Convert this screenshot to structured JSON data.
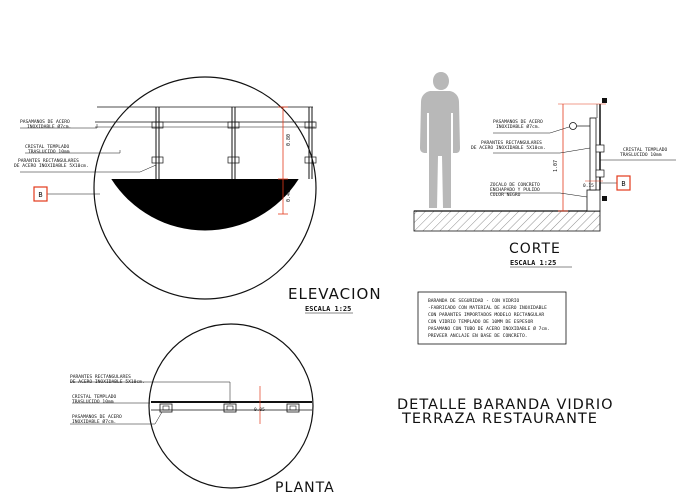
{
  "elevation": {
    "title": "ELEVACION",
    "scale": "ESCALA 1:25",
    "labels": {
      "handrail": [
        "PASAMANOS DE ACERO",
        "INOXIDABLE Ø7cm."
      ],
      "glass": [
        "CRISTAL TEMPLADO",
        "TRASLUCIDO 10mm"
      ],
      "post": [
        "PARANTES RECTANGULARES",
        "DE ACERO INOXIDABLE 5X10cm."
      ]
    },
    "tag": "B",
    "dims": [
      "0.80",
      "0.40"
    ]
  },
  "section": {
    "title": "CORTE",
    "scale": "ESCALA 1:25",
    "labels": {
      "handrail": [
        "PASAMANOS DE ACERO",
        "INOXIDABLE Ø7cm."
      ],
      "post": [
        "PARANTES RECTANGULARES",
        "DE ACERO INOXIDABLE 5X10cm."
      ],
      "glass": [
        "CRISTAL TEMPLADO",
        "TRASLUCIDO 10mm"
      ],
      "base": [
        "ZOCALO DE CONCRETO",
        "ENCHAPADO Y PULIDO",
        "COLOR NEGRO"
      ]
    },
    "tag": "B",
    "dims": [
      "1.07",
      "0.15"
    ]
  },
  "plan": {
    "title": "PLANTA",
    "labels": {
      "post": [
        "PARANTES RECTANGULARES",
        "DE ACERO INOXIDABLE 5X10cm."
      ],
      "glass": [
        "CRISTAL TEMPLADO",
        "TRASLUCIDO 10mm"
      ],
      "handrail": [
        "PASAMANOS DE ACERO",
        "INOXIDABLE Ø7cm."
      ]
    },
    "dims": [
      "0.05"
    ]
  },
  "notes": [
    "BARANDA DE SEGURIDAD    - CON VIDRIO",
    " -FABRICADO CON MATERIAL DE ACERO INOXIDABLE",
    " CON PARANTES IMPORTADOS MODELO RECTANGULAR",
    " CON VIDRIO TEMPLADO DE 10MM DE ESPESOR",
    " PASAMANO CON TUBO DE ACERO INOXIDABLE Ø 7cm.",
    " PREVEER ANCLAJE EN BASE DE CONCRETO."
  ],
  "main_title": [
    "DETALLE  BARANDA VIDRIO",
    "TERRAZA RESTAURANTE"
  ],
  "colors": {
    "line": "#111111",
    "dimension": "#e8e800",
    "tag": "#e23a1c"
  }
}
